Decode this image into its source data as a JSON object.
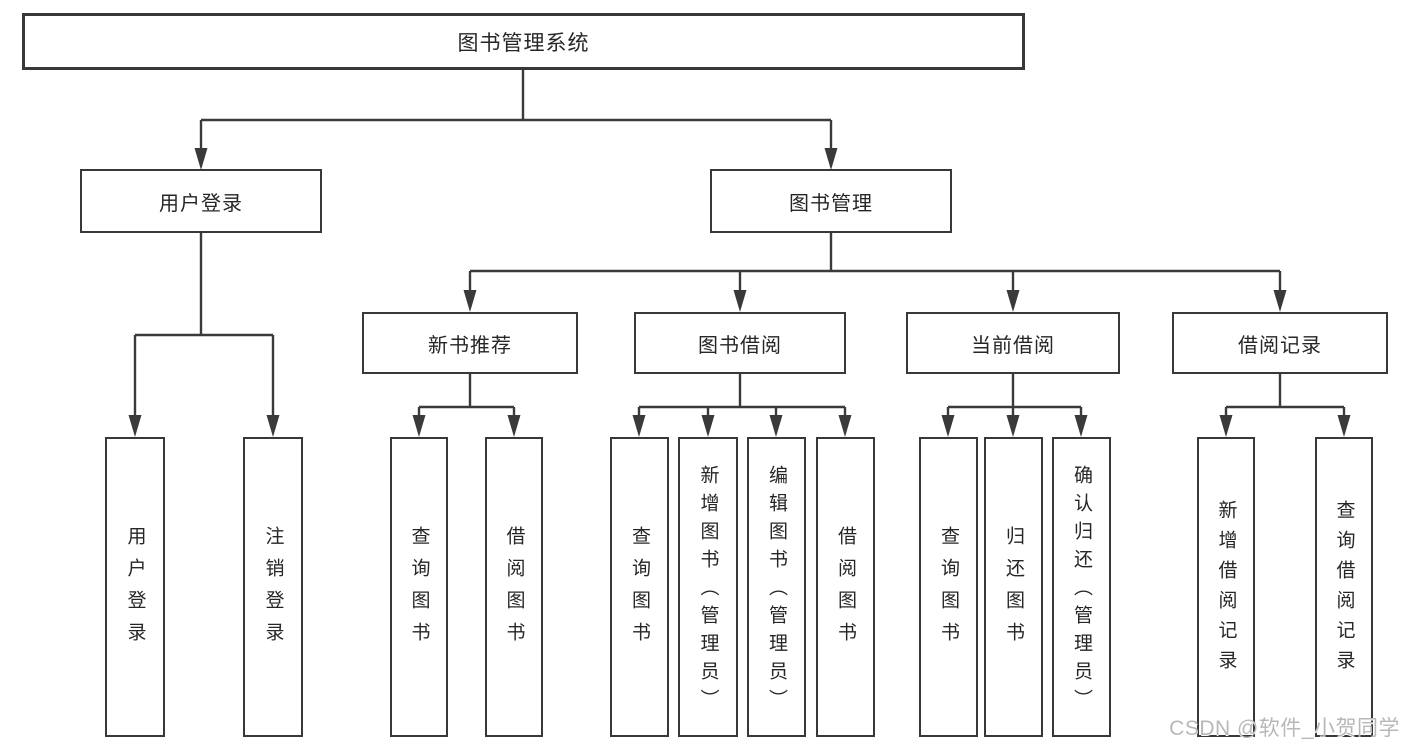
{
  "nodes": {
    "root": {
      "label": "图书管理系统"
    },
    "user_login": {
      "label": "用户登录"
    },
    "book_management": {
      "label": "图书管理"
    },
    "new_book_recommend": {
      "label": "新书推荐"
    },
    "book_borrowing": {
      "label": "图书借阅"
    },
    "current_borrowing": {
      "label": "当前借阅"
    },
    "borrowing_records": {
      "label": "借阅记录"
    },
    "leaf_user_login": {
      "label": "用户登录"
    },
    "leaf_logout": {
      "label": "注销登录"
    },
    "leaf_rec_query_books": {
      "label": "查询图书"
    },
    "leaf_rec_borrow_books": {
      "label": "借阅图书"
    },
    "leaf_bb_query_books": {
      "label": "查询图书"
    },
    "leaf_bb_add_books": {
      "label": "新增图书（管理员）"
    },
    "leaf_bb_edit_books": {
      "label": "编辑图书（管理员）"
    },
    "leaf_bb_borrow_books": {
      "label": "借阅图书"
    },
    "leaf_cb_query_books": {
      "label": "查询图书"
    },
    "leaf_cb_return_books": {
      "label": "归还图书"
    },
    "leaf_cb_confirm_return": {
      "label": "确认归还（管理员）"
    },
    "leaf_br_add_record": {
      "label": "新增借阅记录"
    },
    "leaf_br_query_record": {
      "label": "查询借阅记录"
    }
  },
  "hierarchy": {
    "图书管理系统": {
      "用户登录": [
        "用户登录",
        "注销登录"
      ],
      "图书管理": {
        "新书推荐": [
          "查询图书",
          "借阅图书"
        ],
        "图书借阅": [
          "查询图书",
          "新增图书（管理员）",
          "编辑图书（管理员）",
          "借阅图书"
        ],
        "当前借阅": [
          "查询图书",
          "归还图书",
          "确认归还（管理员）"
        ],
        "借阅记录": [
          "新增借阅记录",
          "查询借阅记录"
        ]
      }
    }
  },
  "watermark": "CSDN @软件_小贺同学",
  "colors": {
    "background": "#ffffff",
    "line": "#3a3a3a",
    "border": "#383838",
    "text": "#262626",
    "watermark": "#b8b8b8"
  }
}
